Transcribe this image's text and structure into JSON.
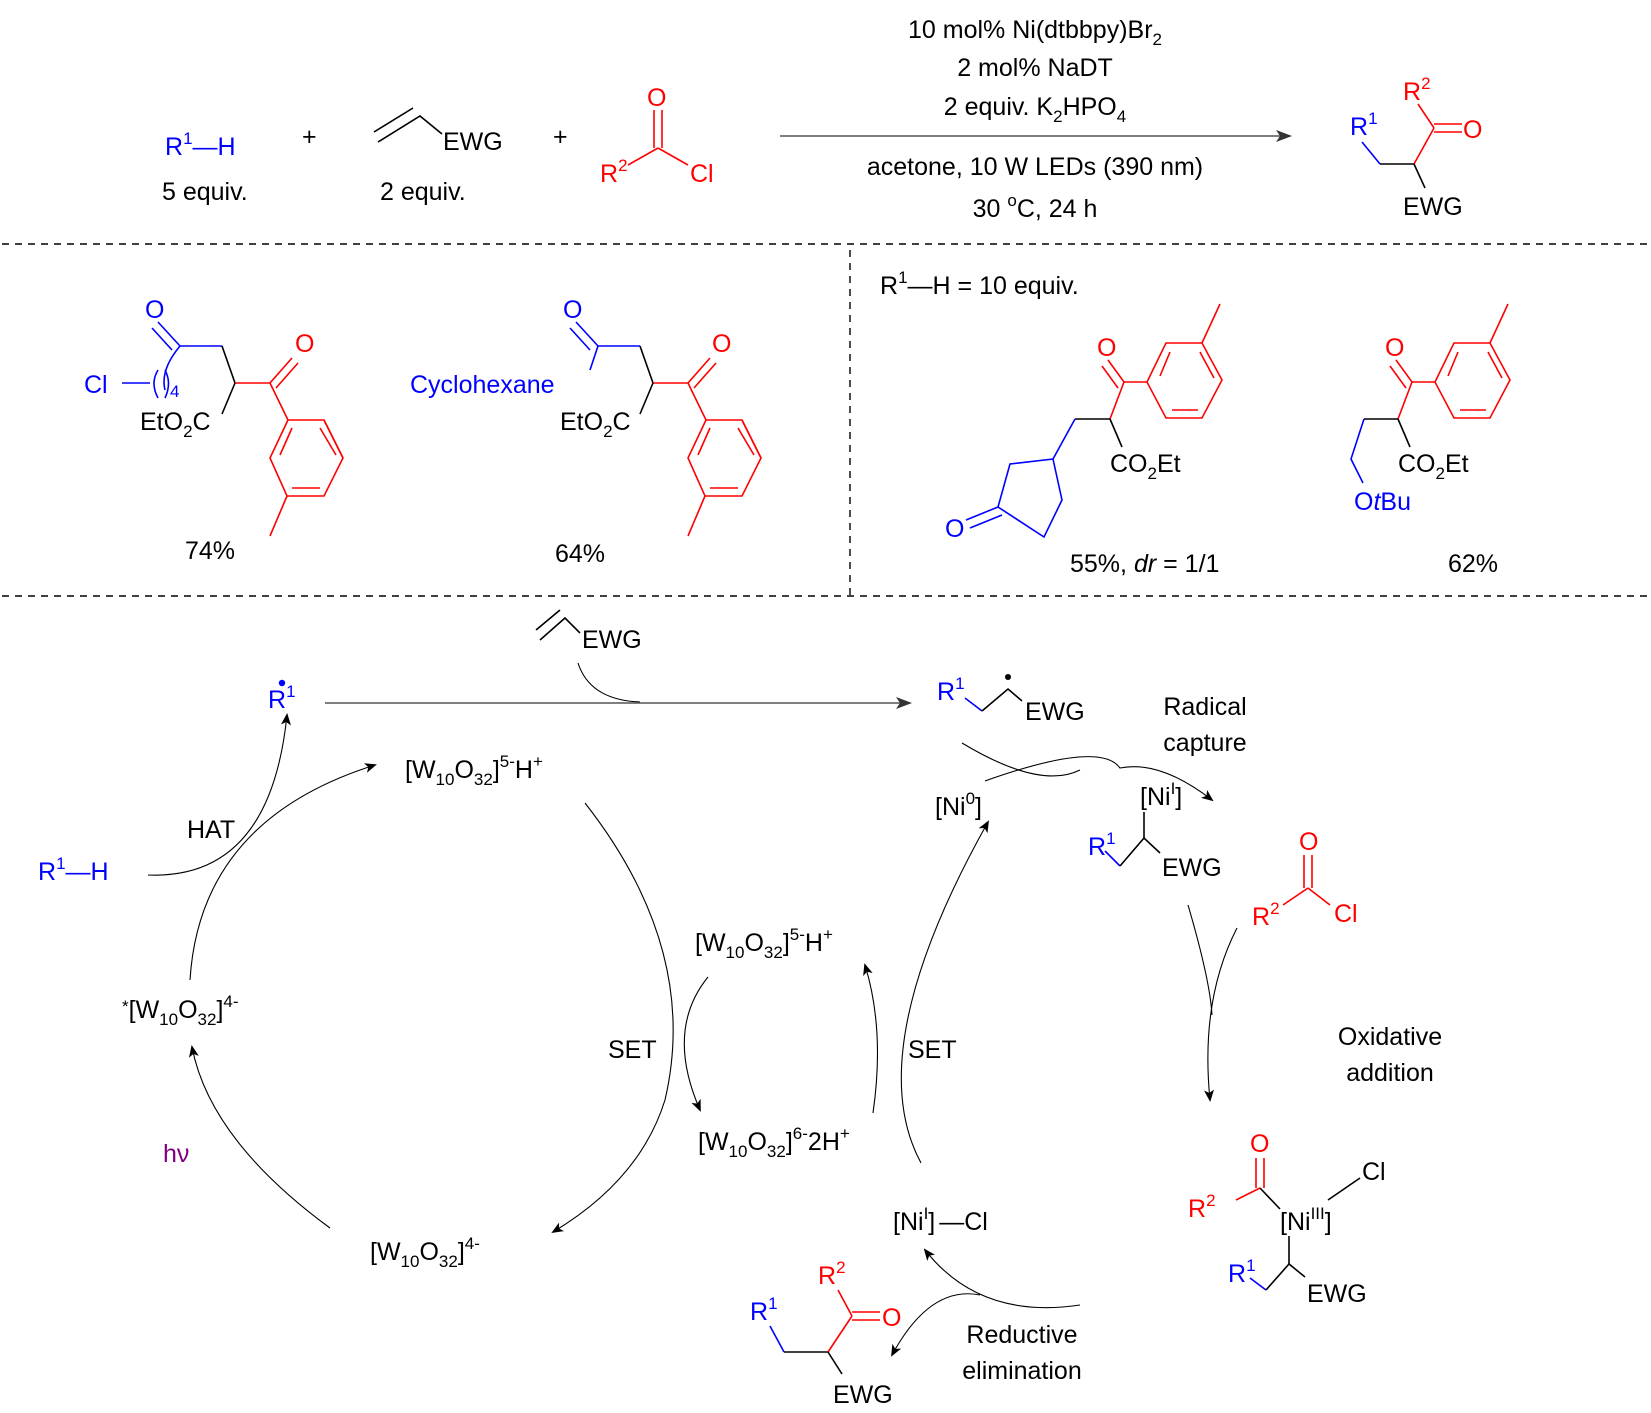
{
  "scheme": {
    "reaction": {
      "reactant1": {
        "label": "R",
        "sup": "1",
        "tail": "—H",
        "equiv": "5 equiv."
      },
      "plus1": "+",
      "reactant2": {
        "label": "EWG",
        "equiv": "2 equiv."
      },
      "plus2": "+",
      "reactant3": {
        "r": "R",
        "r_sup": "2",
        "o": "O",
        "cl": "Cl"
      },
      "conditions_above": [
        {
          "text": "10 mol% Ni(dtbbpy)Br",
          "sub": "2"
        },
        {
          "text": "2 mol% NaDT"
        },
        {
          "text": "2 equiv. K",
          "sub": "2",
          "after": "HPO",
          "sub2": "4"
        }
      ],
      "conditions_below": [
        {
          "text": "acetone, 10 W LEDs (390 nm)"
        },
        {
          "text": "30 ",
          "sup": "o",
          "after": "C, 24 h"
        }
      ],
      "product": {
        "r1": "R",
        "r1_sup": "1",
        "r2": "R",
        "r2_sup": "2",
        "o": "O",
        "ewg": "EWG"
      }
    },
    "examples_left": [
      {
        "chain": "Cl",
        "n": "4",
        "o_blue": "O",
        "o_red": "O",
        "ester": "EtO",
        "ester_sub": "2",
        "ester_end": "C",
        "yield": "74%"
      },
      {
        "chain": "Cyclohexane",
        "o_blue": "O",
        "o_red": "O",
        "ester": "EtO",
        "ester_sub": "2",
        "ester_end": "C",
        "yield": "64%"
      }
    ],
    "examples_right": {
      "note": {
        "r": "R",
        "sup": "1",
        "tail": "—H  = 10 equiv."
      },
      "items": [
        {
          "o_red": "O",
          "o_blue": "O",
          "ester": "CO",
          "ester_sub": "2",
          "ester_end": "Et",
          "yield": "55%, ",
          "dr_label": "dr",
          "dr_value": " = 1/1"
        },
        {
          "o_red": "O",
          "ether": "O",
          "ether_t": "t",
          "ether_end": "Bu",
          "ester": "CO",
          "ester_sub": "2",
          "ester_end": "Et",
          "yield": "62%"
        }
      ]
    },
    "mechanism": {
      "alkene": "EWG",
      "radical_r1": {
        "r": "R",
        "sup": "1"
      },
      "radical_adduct": {
        "r": "R",
        "sup": "1",
        "ewg": "EWG"
      },
      "radical_capture": [
        "Radical",
        "capture"
      ],
      "ni0": {
        "pre": "[Ni",
        "sup": "0",
        "post": "]"
      },
      "ni1_alkyl": {
        "pre": "[Ni",
        "sup": "I",
        "post": "]",
        "r": "R",
        "r_sup": "1",
        "ewg": "EWG"
      },
      "acyl_chloride": {
        "r": "R",
        "sup": "2",
        "o": "O",
        "cl": "Cl"
      },
      "oxidative_addition": [
        "Oxidative",
        "addition"
      ],
      "ni3": {
        "pre": "[Ni",
        "sup": "III",
        "post": "]",
        "o": "O",
        "cl": "Cl",
        "r2": "R",
        "r2_sup": "2",
        "r1": "R",
        "r1_sup": "1",
        "ewg": "EWG"
      },
      "reductive_elimination": [
        "Reductive",
        "elimination"
      ],
      "product": {
        "r1": "R",
        "r1_sup": "1",
        "r2": "R",
        "r2_sup": "2",
        "o": "O",
        "ewg": "EWG"
      },
      "ni1_cl": {
        "pre": "[Ni",
        "sup": "I",
        "post": "]",
        "tail": "—Cl"
      },
      "set_right": "SET",
      "set_left": "SET",
      "hat": "HAT",
      "hv": "hν",
      "r1h": {
        "r": "R",
        "sup": "1",
        "tail": "—H"
      },
      "w_5h_top": {
        "a": "[W",
        "s1": "10",
        "b": "O",
        "s2": "32",
        "c": "]",
        "sup": "5-",
        "d": "H",
        "sup2": "+"
      },
      "w_5h_mid": {
        "a": "[W",
        "s1": "10",
        "b": "O",
        "s2": "32",
        "c": "]",
        "sup": "5-",
        "d": "H",
        "sup2": "+"
      },
      "w_6_2h": {
        "a": "[W",
        "s1": "10",
        "b": "O",
        "s2": "32",
        "c": "]",
        "sup": "6-",
        "d": "2H",
        "sup2": "+"
      },
      "w_excited": {
        "star": "*",
        "a": "[W",
        "s1": "10",
        "b": "O",
        "s2": "32",
        "c": "]",
        "sup": "4-"
      },
      "w_ground": {
        "a": "[W",
        "s1": "10",
        "b": "O",
        "s2": "32",
        "c": "]",
        "sup": "4-"
      }
    }
  }
}
